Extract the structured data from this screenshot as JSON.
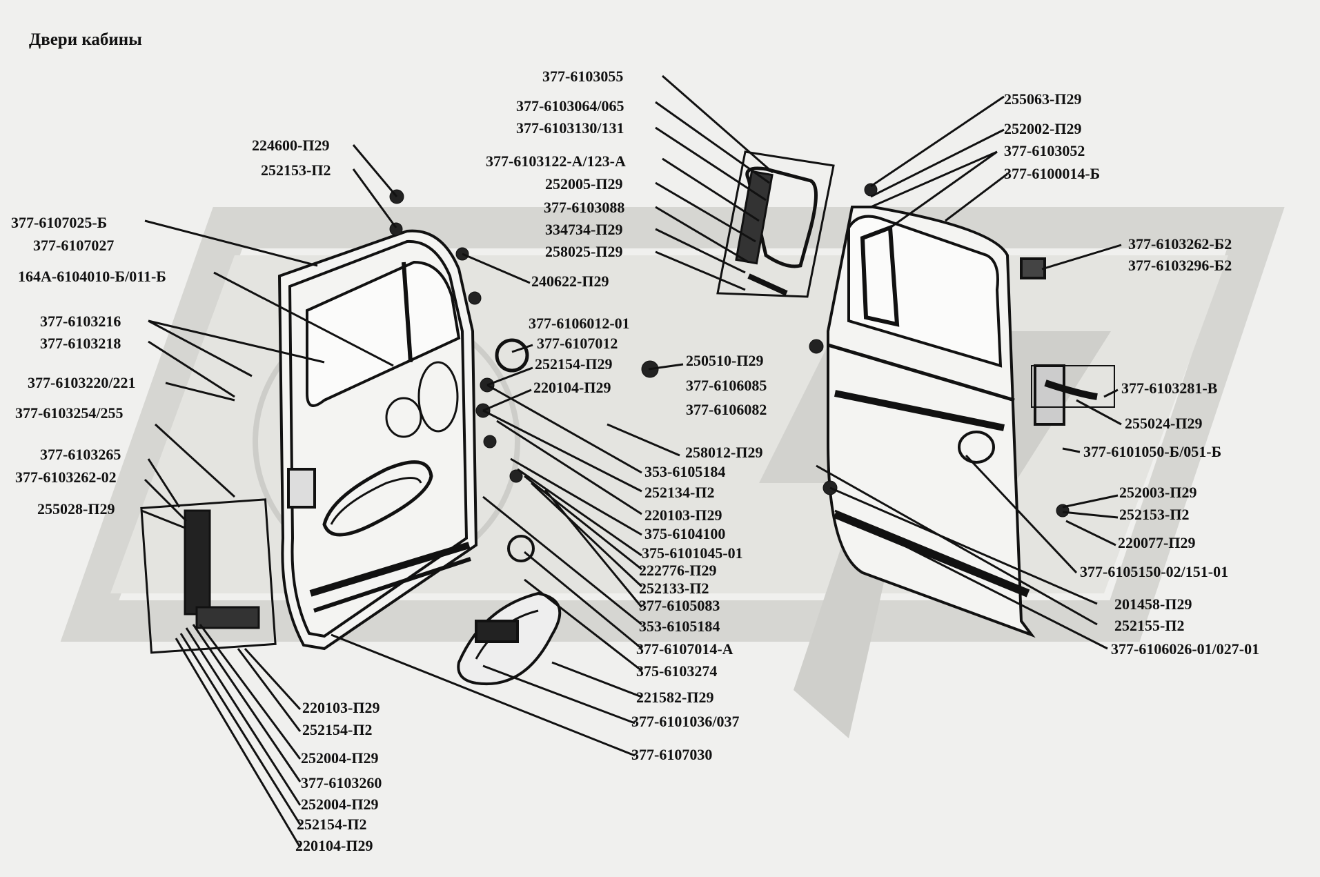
{
  "title": "Двери кабины",
  "parts": [
    "377-6103055",
    "377-6103064/065",
    "377-6103130/131",
    "377-6103122-А/123-А",
    "252005-П29",
    "377-6103088",
    "334734-П29",
    "258025-П29",
    "224600-П29",
    "252153-П2",
    "377-6107025-Б",
    "377-6107027",
    "164А-6104010-Б/011-Б",
    "240622-П29",
    "377-6103216",
    "377-6103218",
    "377-6103220/221",
    "377-6103254/255",
    "377-6103265",
    "377-6103262-02",
    "255028-П29",
    "377-6106012-01",
    "377-6107012",
    "252154-П29",
    "220104-П29",
    "250510-П29",
    "377-6106085",
    "377-6106082",
    "258012-П29",
    "353-6105184",
    "252134-П2",
    "220103-П29",
    "375-6104100",
    "375-6101045-01",
    "222776-П29",
    "252133-П2",
    "377-6105083",
    "353-6105184",
    "377-6107014-А",
    "375-6103274",
    "221582-П29",
    "377-6101036/037",
    "377-6107030",
    "220103-П29",
    "252154-П2",
    "252004-П29",
    "377-6103260",
    "252004-П29",
    "252154-П2",
    "220104-П29",
    "255063-П29",
    "252002-П29",
    "377-6103052",
    "377-6100014-Б",
    "377-6103262-Б2",
    "377-6103296-Б2",
    "377-6103281-В",
    "255024-П29",
    "377-6101050-Б/051-Б",
    "252003-П29",
    "252153-П2",
    "220077-П29",
    "377-6105150-02/151-01",
    "201458-П29",
    "252155-П2",
    "377-6106026-01/027-01"
  ],
  "colors": {
    "ink": "#111111",
    "watermark": "#d6d6d2",
    "background": "#f0f0ee"
  }
}
